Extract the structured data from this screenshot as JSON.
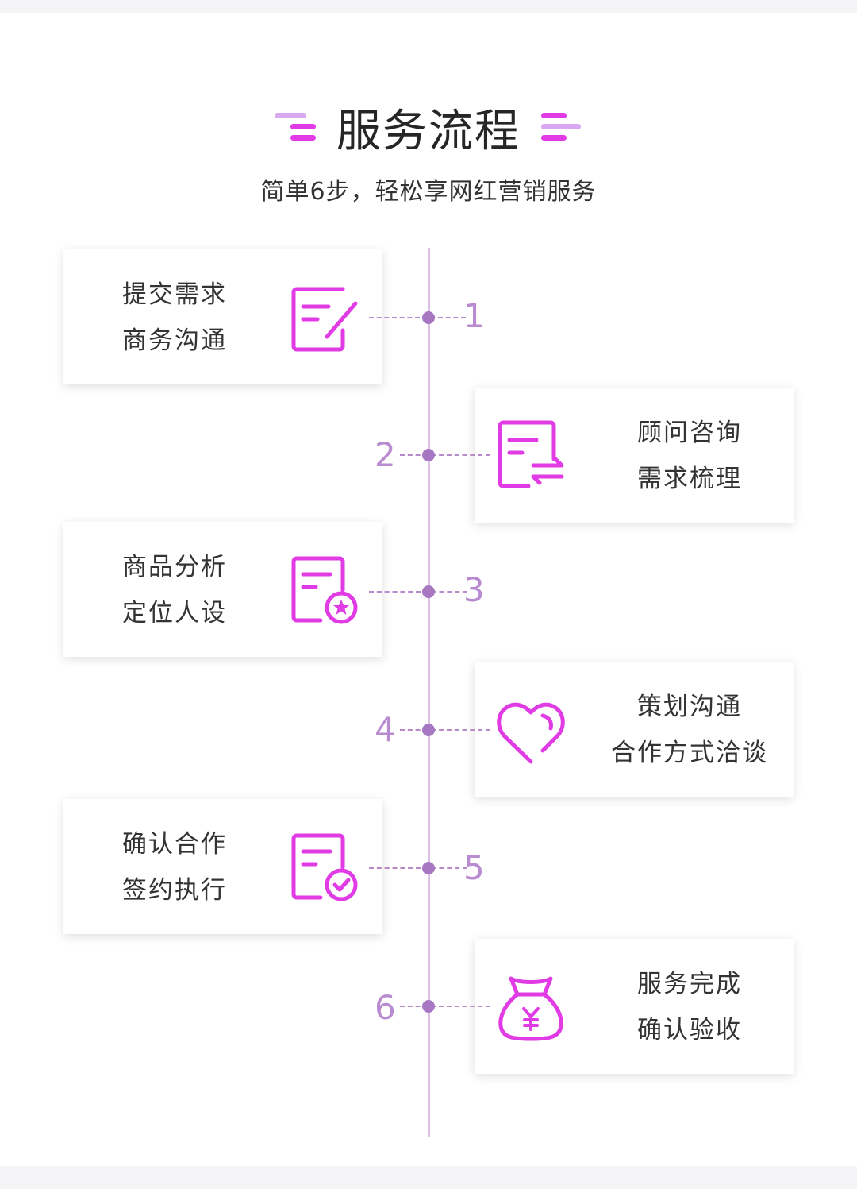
{
  "header": {
    "title": "服务流程",
    "subtitle": "简单6步，轻松享网红营销服务"
  },
  "colors": {
    "accent": "#e13be6",
    "accent_light": "#c79be8",
    "line": "#dcc0e6",
    "dot": "#a777c2"
  },
  "steps": [
    {
      "number": "1",
      "line1": "提交需求",
      "line2": "商务沟通",
      "icon": "edit-note-icon",
      "side": "left"
    },
    {
      "number": "2",
      "line1": "顾问咨询",
      "line2": "需求梳理",
      "icon": "document-swap-icon",
      "side": "right"
    },
    {
      "number": "3",
      "line1": "商品分析",
      "line2": "定位人设",
      "icon": "document-star-icon",
      "side": "left"
    },
    {
      "number": "4",
      "line1": "策划沟通",
      "line2": "合作方式洽谈",
      "icon": "heart-icon",
      "side": "right"
    },
    {
      "number": "5",
      "line1": "确认合作",
      "line2": "签约执行",
      "icon": "document-check-icon",
      "side": "left"
    },
    {
      "number": "6",
      "line1": "服务完成",
      "line2": "确认验收",
      "icon": "money-bag-icon",
      "side": "right"
    }
  ]
}
